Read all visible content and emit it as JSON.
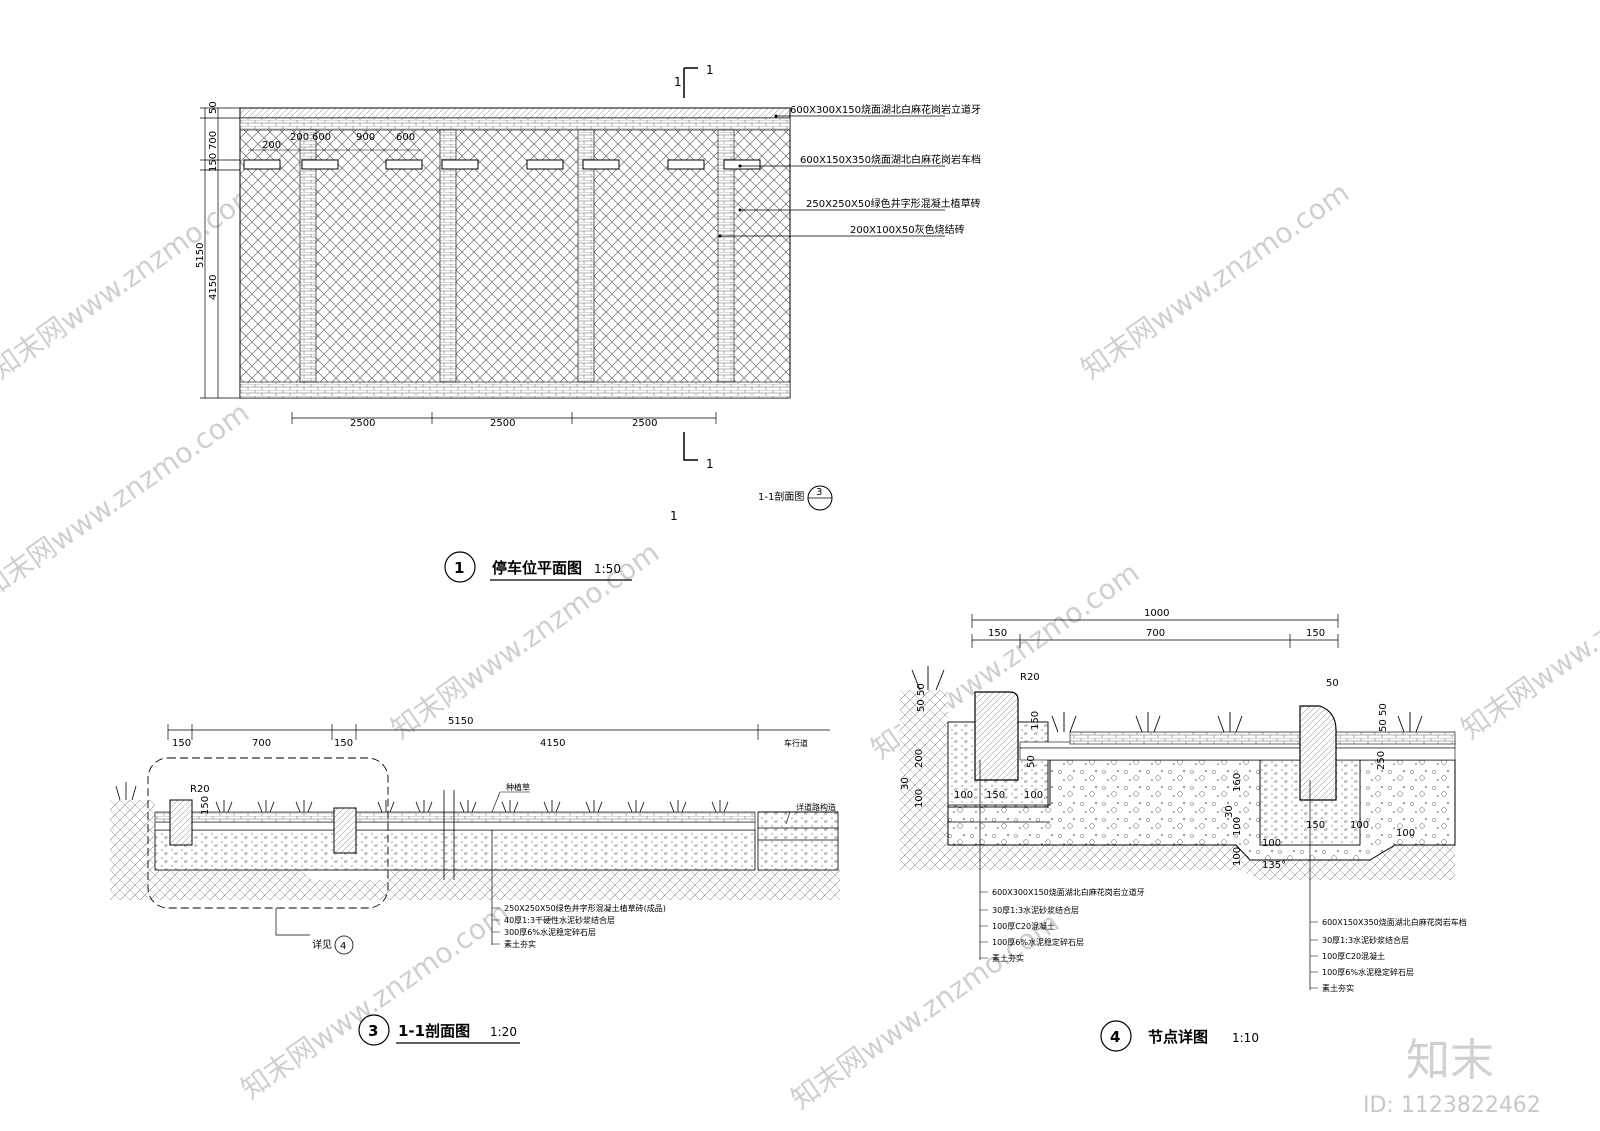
{
  "plan": {
    "section_mark_top": "1",
    "section_mark_top_left": "1",
    "section_mark_bottom": "1",
    "section_mark_bottom_extra": "1",
    "dims_left": [
      "50",
      "700",
      "150",
      "5150",
      "4150"
    ],
    "dims_top": [
      "200",
      "200",
      "600",
      "900",
      "600"
    ],
    "dims_bottom": [
      "2500",
      "2500",
      "2500"
    ],
    "callouts": [
      "600X300X150烧面湖北白麻花岗岩立道牙",
      "600X150X350烧面湖北白麻花岗岩车档",
      "250X250X50绿色井字形混凝土植草砖",
      "200X100X50灰色烧结砖"
    ],
    "section_ref_label": "1-1剖面图",
    "section_ref_num": "3",
    "title_num": "1",
    "title": "停车位平面图",
    "scale": "1:50"
  },
  "section": {
    "dims_top": [
      "150",
      "700",
      "150",
      "5150",
      "4150",
      "车行道"
    ],
    "labels": [
      "种植草",
      "详道路构造",
      "R20",
      "150"
    ],
    "callouts": [
      "250X250X50绿色井字形混凝土植草砖(成品)",
      "40厚1:3干硬性水泥砂浆结合层",
      "300厚6%水泥稳定碎石层",
      "素土夯实"
    ],
    "detail_ref": "详见",
    "detail_ref_num": "4",
    "title_num": "3",
    "title": "1-1剖面图",
    "scale": "1:20"
  },
  "detail": {
    "dims_top": [
      "1000",
      "150",
      "700",
      "150",
      "50"
    ],
    "dims_misc": [
      "R20",
      "150",
      "50",
      "50",
      "200",
      "30",
      "100",
      "100",
      "150",
      "100",
      "50",
      "160",
      "30",
      "100",
      "100",
      "150",
      "100",
      "250",
      "50",
      "50",
      "100",
      "100",
      "135°"
    ],
    "callouts_left": [
      "600X300X150烧面湖北白麻花岗岩立道牙",
      "30厚1:3水泥砂浆结合层",
      "100厚C20混凝土",
      "100厚6%水泥稳定碎石层",
      "素土夯实"
    ],
    "callouts_right": [
      "600X150X350烧面湖北白麻花岗岩车档",
      "30厚1:3水泥砂浆结合层",
      "100厚C20混凝土",
      "100厚6%水泥稳定碎石层",
      "素土夯实"
    ],
    "title_num": "4",
    "title": "节点详图",
    "scale": "1:10"
  },
  "watermark": {
    "text": "知末网www.znzmo.com",
    "brand": "知末",
    "id": "ID: 1123822462"
  }
}
